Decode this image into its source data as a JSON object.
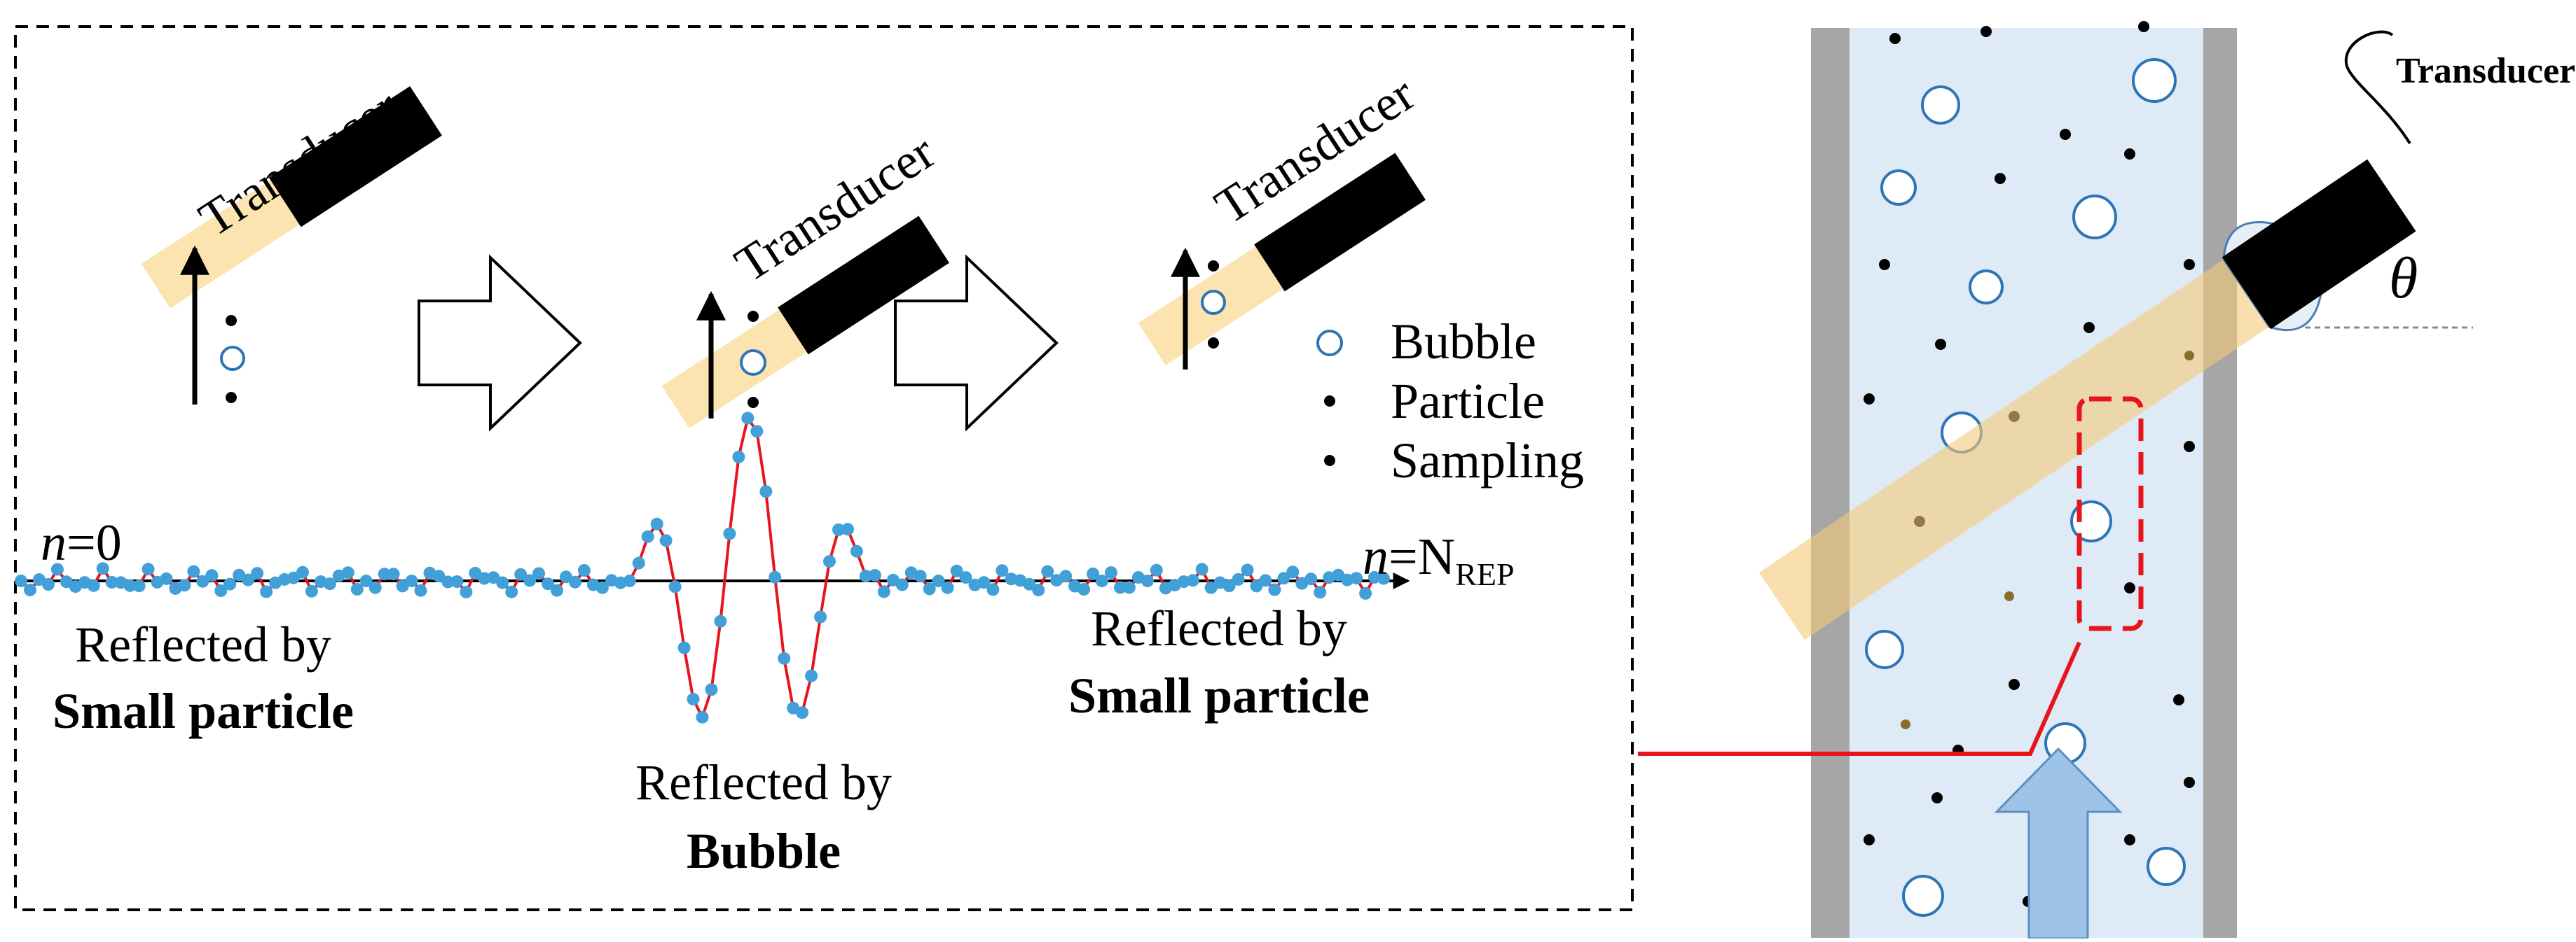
{
  "transducer_labels": [
    "Transducer",
    "Transducer",
    "Transducer"
  ],
  "legend": {
    "bubble": "Bubble",
    "particle": "Particle",
    "sampling": "Sampling"
  },
  "signal": {
    "start_label_var": "n",
    "start_label_rest": "=0",
    "end_label_var": "n",
    "end_label_eq": "=N",
    "end_label_sub": "REP"
  },
  "annotations": {
    "left_line1": "Reflected by",
    "left_line2": "Small particle",
    "center_line1": "Reflected by",
    "center_line2": "Bubble",
    "right_line1": "Reflected by",
    "right_line2": "Small particle"
  },
  "pipe": {
    "transducer_label": "Transducer",
    "angle_symbol": "θ"
  },
  "colors": {
    "beam": "#fbe4b0",
    "transducer": "#000000",
    "bubble_outline": "#2e75b6",
    "liquid": "#deebf7",
    "wall": "#a6a6a6",
    "signal": "#e8141c",
    "sample": "#41a0d8",
    "flow_arrow": "#9dc3e6",
    "highlight": "#e8141c"
  }
}
